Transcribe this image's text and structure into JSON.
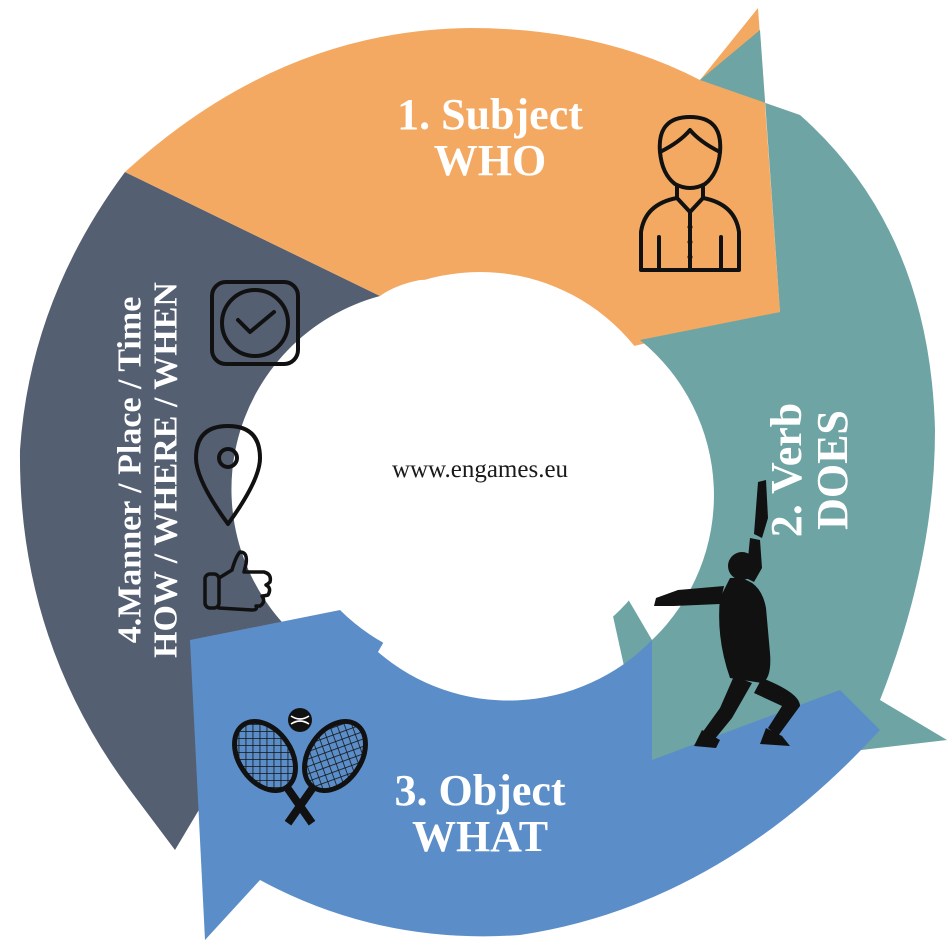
{
  "diagram": {
    "center_text": "www.engames.eu",
    "segments": [
      {
        "id": "subject",
        "line1": "1. Subject",
        "line2": "WHO",
        "color": "#f3a962",
        "icons": [
          "person-icon"
        ]
      },
      {
        "id": "verb",
        "line1": "2. Verb",
        "line2": "DOES",
        "color": "#6ea4a4",
        "icons": [
          "tennis-player-icon"
        ]
      },
      {
        "id": "object",
        "line1": "3. Object",
        "line2": "WHAT",
        "color": "#5b8ec8",
        "icons": [
          "tennis-rackets-icon"
        ]
      },
      {
        "id": "adverbial",
        "line1": "4.Manner / Place / Time",
        "line2": "HOW / WHERE / WHEN",
        "color": "#545f72",
        "icons": [
          "clock-icon",
          "location-pin-icon",
          "thumbs-up-icon"
        ]
      }
    ]
  }
}
